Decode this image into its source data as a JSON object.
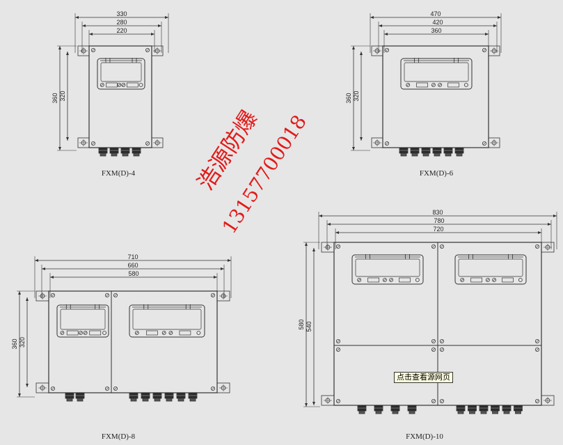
{
  "colors": {
    "background": "#e6e6e6",
    "line": "#333333",
    "watermark": "#e21a1a",
    "tooltip": "#ffffe1"
  },
  "drawings": [
    {
      "caption": "FXM(D)-4",
      "widths": [
        "330",
        "280",
        "220"
      ],
      "heights": [
        "360",
        "320"
      ],
      "columns": 1,
      "rows": 1,
      "glands_per_group": [
        4
      ]
    },
    {
      "caption": "FXM(D)-6",
      "widths": [
        "470",
        "420",
        "360"
      ],
      "heights": [
        "360",
        "320"
      ],
      "columns": 1,
      "rows": 1,
      "glands_per_group": [
        6
      ]
    },
    {
      "caption": "FXM(D)-8",
      "widths": [
        "710",
        "660",
        "580"
      ],
      "heights": [
        "360",
        "320"
      ],
      "columns": 2,
      "rows": 1,
      "glands_per_group": [
        2,
        6
      ]
    },
    {
      "caption": "FXM(D)-10",
      "widths": [
        "830",
        "780",
        "720"
      ],
      "heights": [
        "580",
        "540"
      ],
      "columns": 2,
      "rows": 2,
      "glands_per_group": [
        4,
        6
      ]
    }
  ],
  "watermark": {
    "line1": "浩源防爆",
    "line2": "13157700018"
  },
  "tooltip": {
    "text": "点击查看源网页"
  }
}
